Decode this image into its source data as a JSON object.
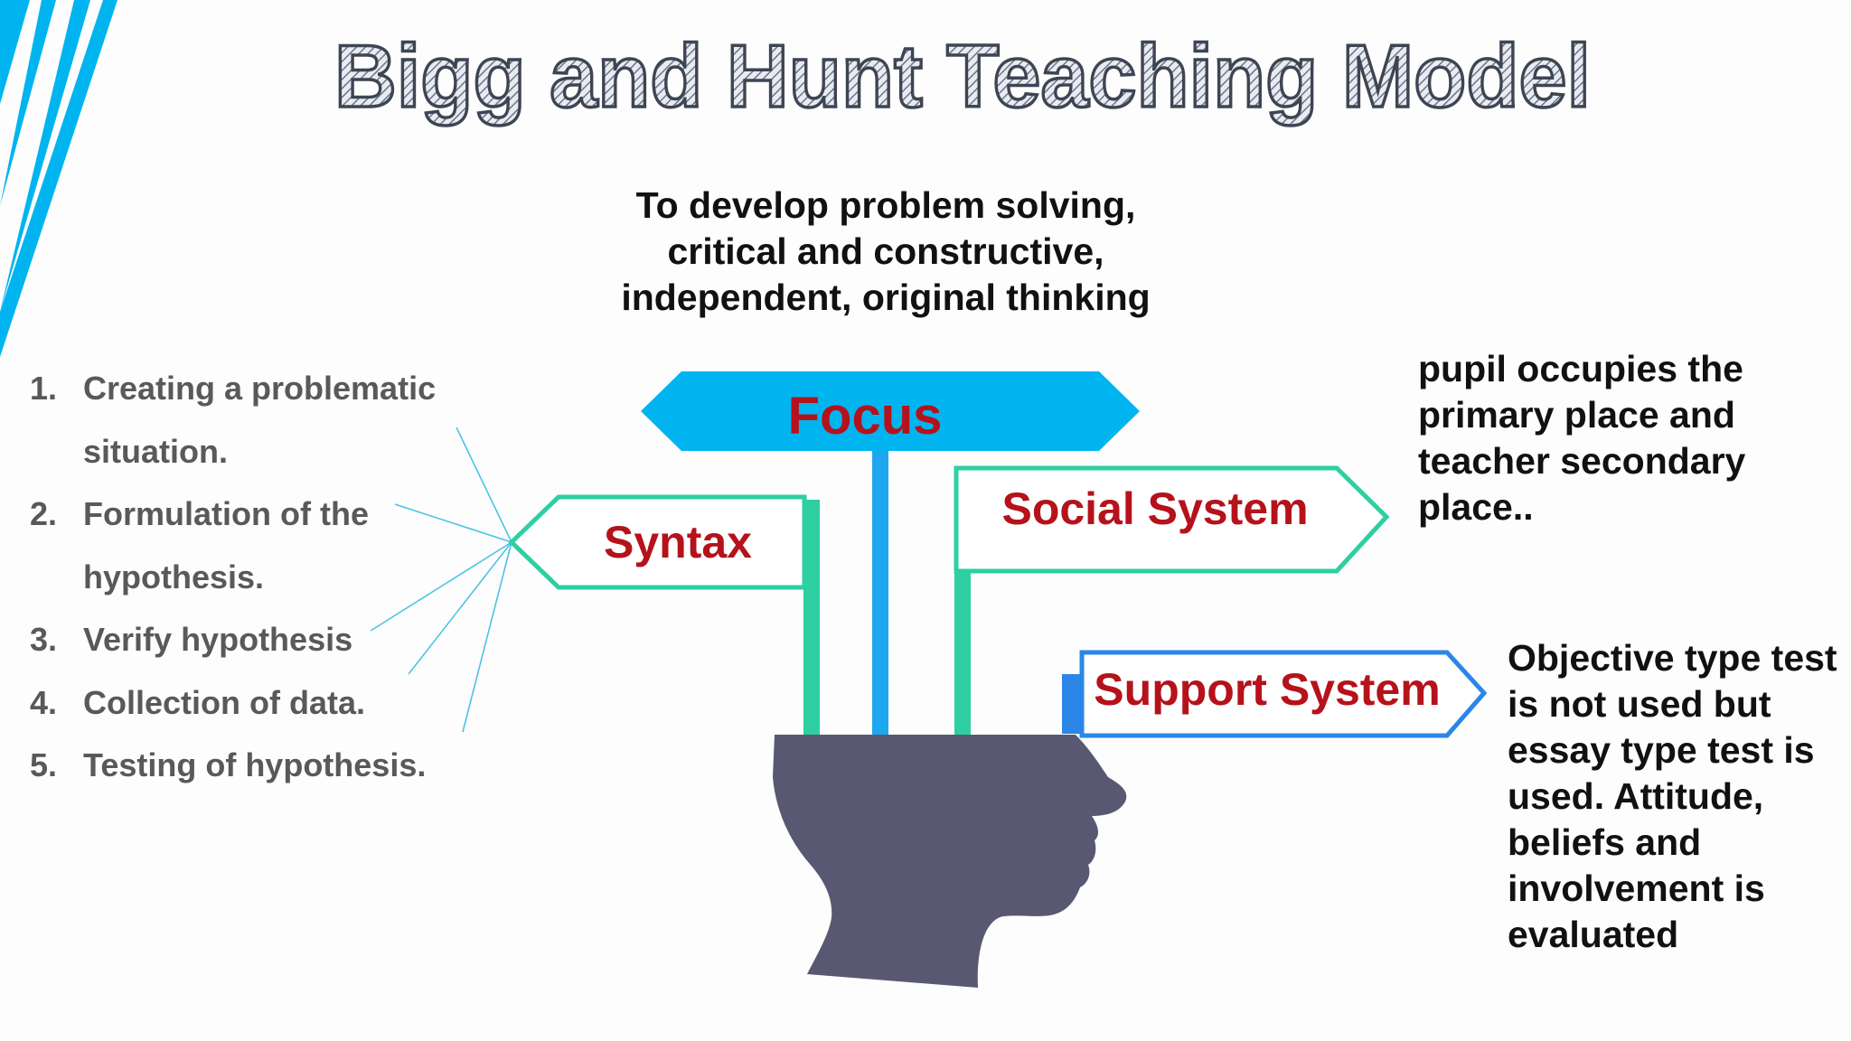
{
  "title": "Bigg and Hunt Teaching Model",
  "signs": {
    "focus": "Focus",
    "syntax": "Syntax",
    "social_system": "Social System",
    "support_system": "Support System"
  },
  "focus_description": "To develop problem solving, critical and constructive, independent, original thinking",
  "social_system_description": "pupil occupies the primary place and teacher secondary place..",
  "support_system_description": "Objective type test is not used but essay type test is used. Attitude, beliefs and involvement is evaluated",
  "syntax_steps": [
    {
      "number": "1.",
      "text": "Creating a problematic situation."
    },
    {
      "number": "2.",
      "text": "Formulation of the hypothesis."
    },
    {
      "number": "3.",
      "text": "Verify hypothesis"
    },
    {
      "number": "4.",
      "text": "Collection of data."
    },
    {
      "number": "5.",
      "text": "Testing of hypothesis."
    }
  ],
  "colors": {
    "accent_blue": "#00b4f0",
    "teal": "#2ecfa0",
    "royal_blue": "#2b86e8",
    "label_red": "#b5121b",
    "head": "#585872",
    "step_text": "#595959",
    "connector": "#4cc3e6"
  }
}
